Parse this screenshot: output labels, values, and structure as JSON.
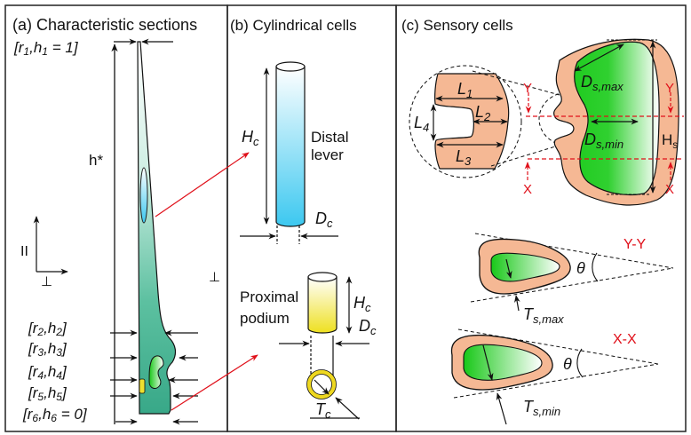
{
  "panels": {
    "a": {
      "title": "(a) Characteristic sections",
      "height_label": "h*",
      "parallel_symbol": "II",
      "perp_symbol_axis": "⊥",
      "perp_symbol_side": "⊥",
      "sections": [
        {
          "r": "r",
          "rsub": "1",
          "h": "h",
          "hsub": "1",
          "suffix": " = 1]"
        },
        {
          "r": "r",
          "rsub": "2",
          "h": "h",
          "hsub": "2",
          "suffix": "]"
        },
        {
          "r": "r",
          "rsub": "3",
          "h": "h",
          "hsub": "3",
          "suffix": "]"
        },
        {
          "r": "r",
          "rsub": "4",
          "h": "h",
          "hsub": "4",
          "suffix": "]"
        },
        {
          "r": "r",
          "rsub": "5",
          "h": "h",
          "hsub": "5",
          "suffix": "]"
        },
        {
          "r": "r",
          "rsub": "6",
          "h": "h",
          "hsub": "6",
          "suffix": " = 0]"
        }
      ]
    },
    "b": {
      "title": "(b)  Cylindrical cells",
      "distal": {
        "line1": "Distal",
        "line2": "lever",
        "H": "H",
        "Hsub": "c",
        "D": "D",
        "Dsub": "c"
      },
      "proximal": {
        "line1": "Proximal",
        "line2": "podium",
        "H": "H",
        "Hsub": "c",
        "D": "D",
        "Dsub": "c",
        "T": "T",
        "Tsub": "c"
      }
    },
    "c": {
      "title": "(c)  Sensory cells",
      "L1": "L",
      "L1sub": "1",
      "L2": "L",
      "L2sub": "2",
      "L3": "L",
      "L3sub": "3",
      "L4": "L",
      "L4sub": "4",
      "Dmax": "D",
      "Dmaxsub": "s,max",
      "Dmin": "D",
      "Dminsub": "s,min",
      "Hs": "H",
      "Hssub": "s",
      "Y": "Y",
      "X": "X",
      "sectionYY": "Y-Y",
      "sectionXX": "X-X",
      "theta": "θ",
      "Tmax": "T",
      "Tmaxsub": "s,max",
      "Tmin": "T",
      "Tminsub": "s,min"
    }
  },
  "colors": {
    "accent_red": "#e0101a",
    "peach": "#f5b894",
    "green": "#22cc22",
    "cyan": "#3cc8f0",
    "yellow": "#f0e020",
    "teal": "#3aaa8a"
  }
}
